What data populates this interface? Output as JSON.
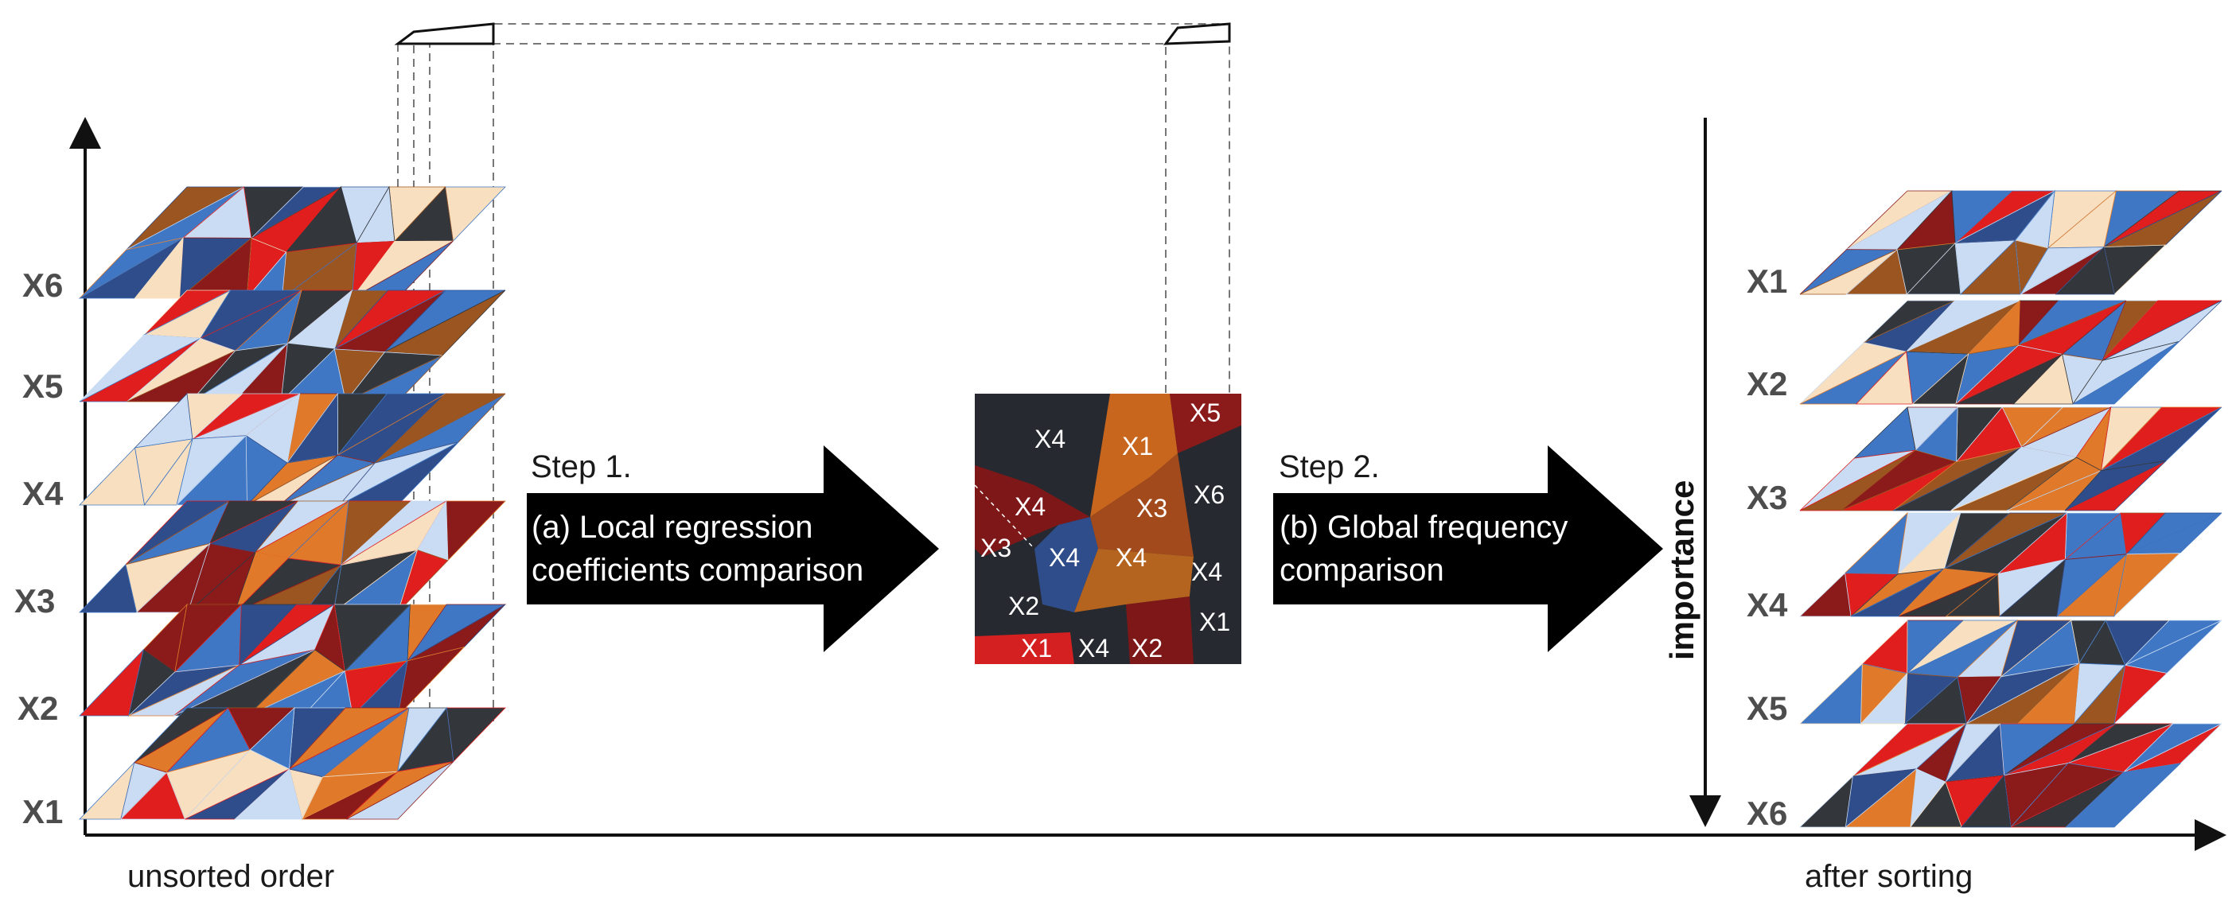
{
  "colors": {
    "red": "#e01e1e",
    "darkred": "#8b1a1a",
    "orange": "#e07a2a",
    "brown": "#9a5520",
    "darkblue": "#2f4d8a",
    "blue": "#3f77c4",
    "lightblue": "#c9dcf3",
    "peach": "#f8dfbf",
    "dark": "#33363b",
    "map_dark": "#262a30"
  },
  "left_stack": {
    "layers": [
      "X6",
      "X5",
      "X4",
      "X3",
      "X2",
      "X1"
    ],
    "caption": "unsorted order"
  },
  "step1": {
    "title": "Step 1.",
    "line1": "(a) Local regression",
    "line2": "coefficients comparison"
  },
  "map": {
    "cells": [
      "X5",
      "X4",
      "X1",
      "X6",
      "X4",
      "X3",
      "X3",
      "X4",
      "X4",
      "X4",
      "X2",
      "X1",
      "X1",
      "X4",
      "X2"
    ]
  },
  "step2": {
    "title": "Step 2.",
    "line1": "(b) Global frequency",
    "line2": "comparison"
  },
  "right_stack": {
    "layers": [
      "X1",
      "X2",
      "X3",
      "X4",
      "X5",
      "X6"
    ],
    "axis_label": "importance",
    "caption": "after sorting"
  }
}
